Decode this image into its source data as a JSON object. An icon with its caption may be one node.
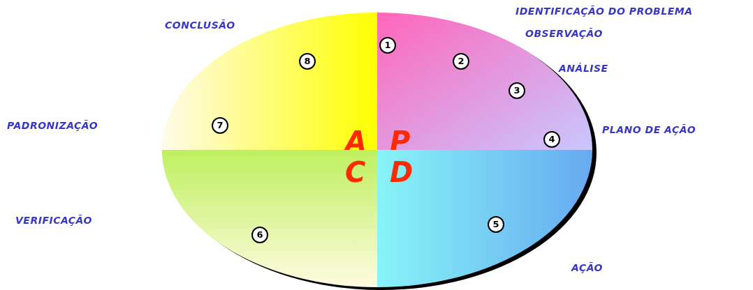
{
  "diagram": {
    "nodes": [
      {
        "text": [
          "A"
        ]
      },
      {
        "text": [
          "P"
        ]
      },
      {
        "text": [
          "C"
        ]
      },
      {
        "text": [
          "D"
        ]
      },
      {
        "text": [
          "1"
        ],
        "in": 1
      },
      {
        "text": [
          "2"
        ],
        "in": 1
      },
      {
        "text": [
          "3"
        ],
        "in": 1
      },
      {
        "text": [
          "4"
        ],
        "in": 1
      },
      {
        "text": [
          "5"
        ],
        "in": 3
      },
      {
        "text": [
          "6"
        ],
        "in": 2
      },
      {
        "text": [
          "7"
        ],
        "in": 0
      },
      {
        "text": [
          "8"
        ],
        "in": 0
      }
    ],
    "labels": [
      "IDENTIFICAÇÃO DO PROBLEMA",
      "CONCLUSÃO",
      "OBSERVAÇÃO",
      "ANÁLISE",
      "PADRONIZAÇÃO",
      "PLANO DE AÇÃO",
      "VERIFICAÇÃO",
      "AÇÃO"
    ]
  }
}
